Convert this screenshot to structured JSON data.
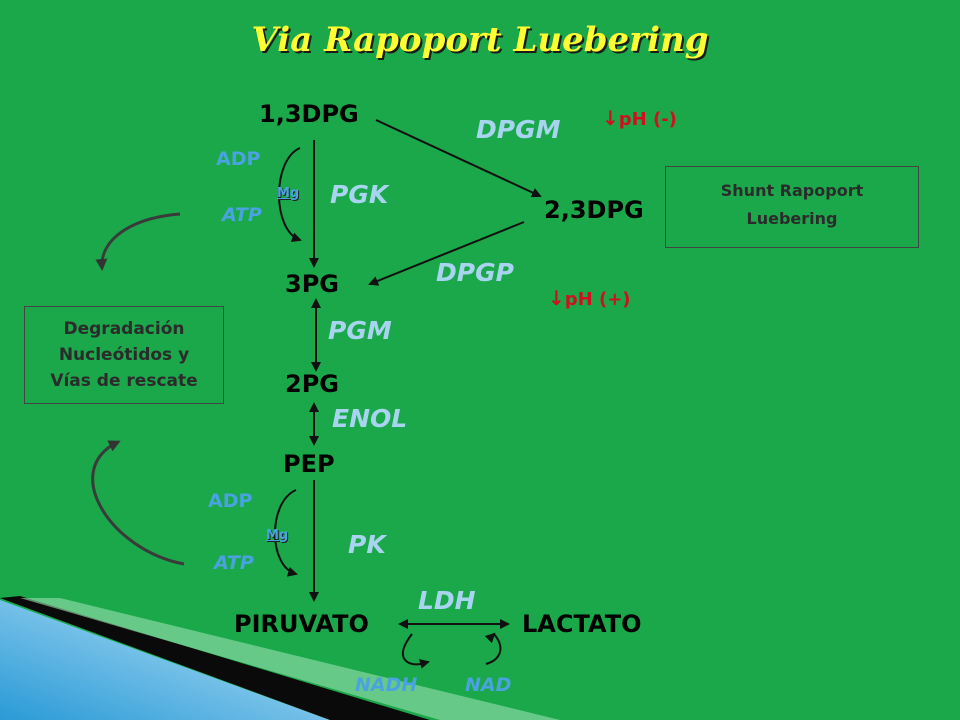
{
  "title": "Via  Rapoport Luebering",
  "metabolites": {
    "bpg13": "1,3DPG",
    "bpg23": "2,3DPG",
    "pg3": "3PG",
    "pg2": "2PG",
    "pep": "PEP",
    "piruvato": "PIRUVATO",
    "lactato": "LACTATO"
  },
  "enzymes": {
    "dpgm": "DPGM",
    "dpgp": "DPGP",
    "pgk": "PGK",
    "pgm": "PGM",
    "enol": "ENOL",
    "pk": "PK",
    "ldh": "LDH"
  },
  "cofactors": {
    "adp1": "ADP",
    "atp1": "ATP",
    "mg1": "Mg",
    "adp2": "ADP",
    "atp2": "ATP",
    "mg2": "Mg",
    "nadh": "NADH",
    "nad": "NAD"
  },
  "ph": {
    "arrow1": "↓",
    "label1": "pH  (-)",
    "arrow2": "↓",
    "label2": "pH  (+)"
  },
  "boxes": {
    "shunt_line1": "Shunt Rapoport",
    "shunt_line2": "Luebering",
    "degradacion_line1": "Degradación",
    "degradacion_line2": "Nucleótidos y",
    "degradacion_line3": "Vías de rescate"
  }
}
